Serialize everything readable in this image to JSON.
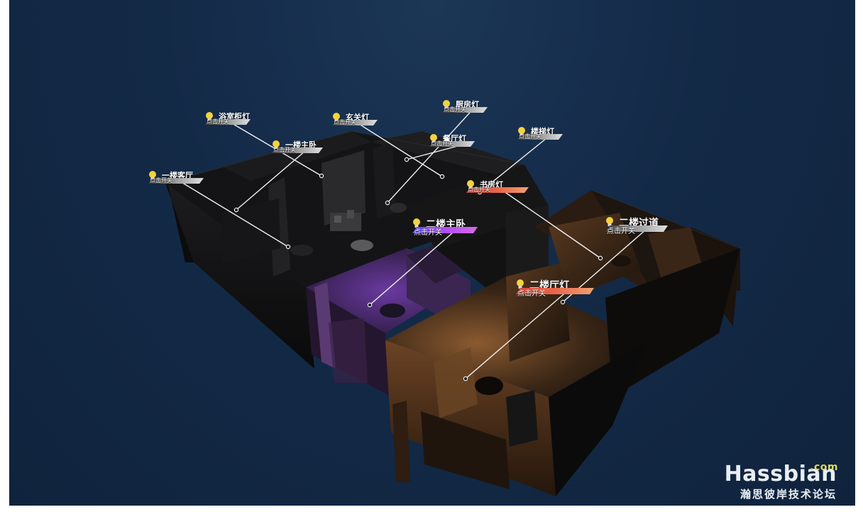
{
  "lamps": [
    {
      "id": "bath-cabinet",
      "name": "浴室柜灯",
      "hint": "点击开关",
      "state": "off",
      "color": "#8c8c8c"
    },
    {
      "id": "entrance",
      "name": "玄关灯",
      "hint": "点击开关",
      "state": "off",
      "color": "#8c8c8c"
    },
    {
      "id": "kitchen",
      "name": "厨房灯",
      "hint": "点击开关",
      "state": "off",
      "color": "#8c8c8c"
    },
    {
      "id": "floor1-bedroom",
      "name": "一楼主卧",
      "hint": "点击开关",
      "state": "off",
      "color": "#8c8c8c"
    },
    {
      "id": "dining",
      "name": "餐厅灯",
      "hint": "点击开关",
      "state": "off",
      "color": "#8c8c8c"
    },
    {
      "id": "stairs",
      "name": "楼梯灯",
      "hint": "点击开关",
      "state": "off",
      "color": "#8c8c8c"
    },
    {
      "id": "floor1-living",
      "name": "一楼客厅",
      "hint": "点击开关",
      "state": "off",
      "color": "#8c8c8c"
    },
    {
      "id": "study",
      "name": "书房灯",
      "hint": "点击开关",
      "state": "on",
      "color": "#e8664a"
    },
    {
      "id": "floor2-bedroom",
      "name": "二楼主卧",
      "hint": "点击开关",
      "state": "on",
      "color": "#b24cf0"
    },
    {
      "id": "floor2-corridor",
      "name": "二楼过道",
      "hint": "点击开关",
      "state": "off",
      "color": "#8c8c8c"
    },
    {
      "id": "floor2-living",
      "name": "二楼厅灯",
      "hint": "点击开关",
      "state": "on",
      "color": "#e8664a"
    }
  ],
  "watermark": {
    "logo": "Hassbian",
    "tld": ".com",
    "subtitle": "瀚思彼岸技术论坛"
  },
  "colors": {
    "background": "#132a47",
    "bulb": "#f5d23c",
    "purple_light": "#7a3cb4",
    "warm_light": "#c47a3a"
  }
}
